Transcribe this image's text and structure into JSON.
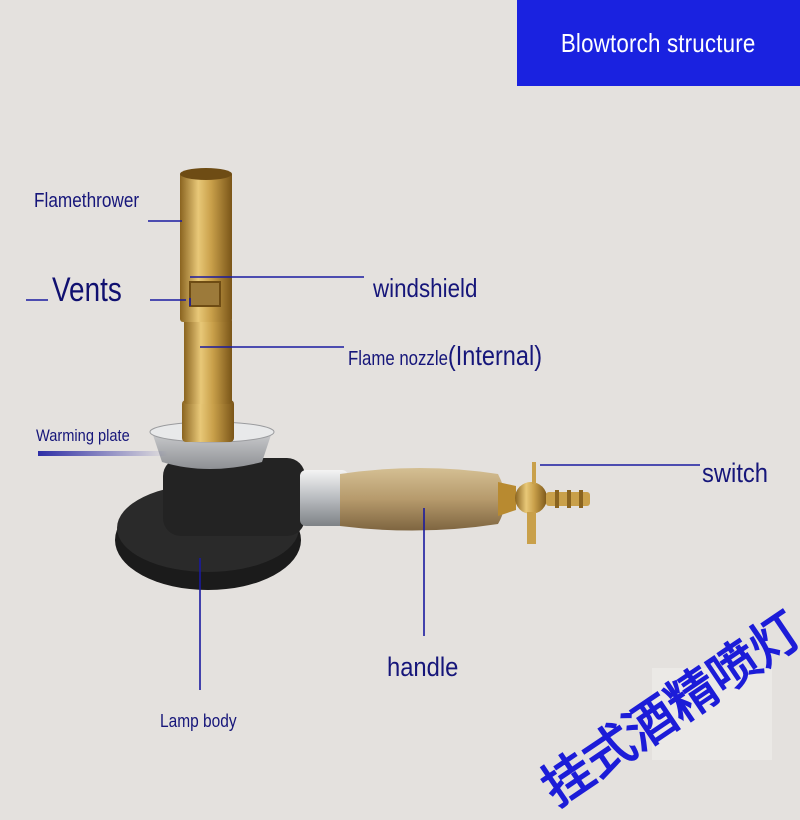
{
  "title": "Blowtorch structure",
  "labels": {
    "flamethrower": "Flamethrower",
    "vents": "Vents",
    "windshield": "windshield",
    "flame_nozzle": "Flame nozzle",
    "flame_nozzle_suffix": "(Internal)",
    "warming_plate": "Warming plate",
    "switch": "switch",
    "handle": "handle",
    "lamp_body": "Lamp body"
  },
  "chinese_caption": "挂式酒精喷灯",
  "colors": {
    "title_bg": "#1a22e0",
    "label_text": "#16167a",
    "leader_line": "#1a1aa0",
    "brass": "#c9a04a",
    "base": "#1e1e1e",
    "wood": "#b69a6c",
    "caption": "#1c1cd8"
  }
}
